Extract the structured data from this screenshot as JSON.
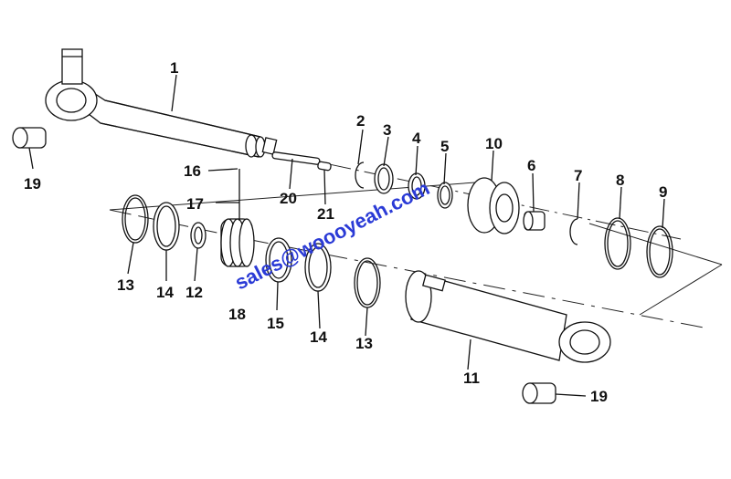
{
  "diagram": {
    "callouts": {
      "p1": "1",
      "p2": "2",
      "p3": "3",
      "p4": "4",
      "p5": "5",
      "p6": "6",
      "p7": "7",
      "p8": "8",
      "p9": "9",
      "p10": "10",
      "p11": "11",
      "p12": "12",
      "p13a": "13",
      "p13b": "13",
      "p14a": "14",
      "p14b": "14",
      "p15": "15",
      "p16": "16",
      "p17": "17",
      "p18": "18",
      "p19a": "19",
      "p19b": "19",
      "p20": "20",
      "p21": "21"
    },
    "watermark": "sales@woooyeah.com"
  }
}
